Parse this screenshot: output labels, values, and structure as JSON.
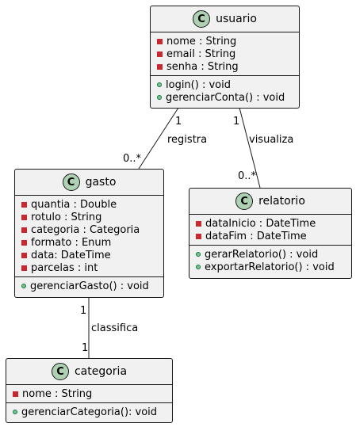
{
  "classes": {
    "usuario": {
      "badge": "C",
      "name": "usuario",
      "attributes": [
        {
          "visibility": "private",
          "text": "nome : String"
        },
        {
          "visibility": "private",
          "text": "email : String"
        },
        {
          "visibility": "private",
          "text": "senha : String"
        }
      ],
      "methods": [
        {
          "visibility": "public",
          "text": "login() : void"
        },
        {
          "visibility": "public",
          "text": "gerenciarConta() : void"
        }
      ]
    },
    "gasto": {
      "badge": "C",
      "name": "gasto",
      "attributes": [
        {
          "visibility": "private",
          "text": "quantia : Double"
        },
        {
          "visibility": "private",
          "text": "rotulo : String"
        },
        {
          "visibility": "private",
          "text": "categoria : Categoria"
        },
        {
          "visibility": "private",
          "text": "formato : Enum"
        },
        {
          "visibility": "private",
          "text": "data: DateTime"
        },
        {
          "visibility": "private",
          "text": "parcelas : int"
        }
      ],
      "methods": [
        {
          "visibility": "public",
          "text": "gerenciarGasto() : void"
        }
      ]
    },
    "relatorio": {
      "badge": "C",
      "name": "relatorio",
      "attributes": [
        {
          "visibility": "private",
          "text": "dataInicio : DateTime"
        },
        {
          "visibility": "private",
          "text": "dataFim : DateTime"
        }
      ],
      "methods": [
        {
          "visibility": "public",
          "text": "gerarRelatorio() : void"
        },
        {
          "visibility": "public",
          "text": "exportarRelatorio() : void"
        }
      ]
    },
    "categoria": {
      "badge": "C",
      "name": "categoria",
      "attributes": [
        {
          "visibility": "private",
          "text": "nome : String"
        }
      ],
      "methods": [
        {
          "visibility": "public",
          "text": "gerenciarCategoria(): void"
        }
      ]
    }
  },
  "relations": {
    "registra": {
      "label": "registra",
      "from_mult": "1",
      "to_mult": "0..*"
    },
    "visualiza": {
      "label": "visualiza",
      "from_mult": "1",
      "to_mult": "0..*"
    },
    "classifica": {
      "label": "classifica",
      "from_mult": "1",
      "to_mult": "1"
    }
  },
  "colors": {
    "box_fill": "#f1f1f1",
    "border": "#181818",
    "badge_fill": "#add1b2",
    "private_marker": "#c82930",
    "public_marker": "#84be84"
  }
}
